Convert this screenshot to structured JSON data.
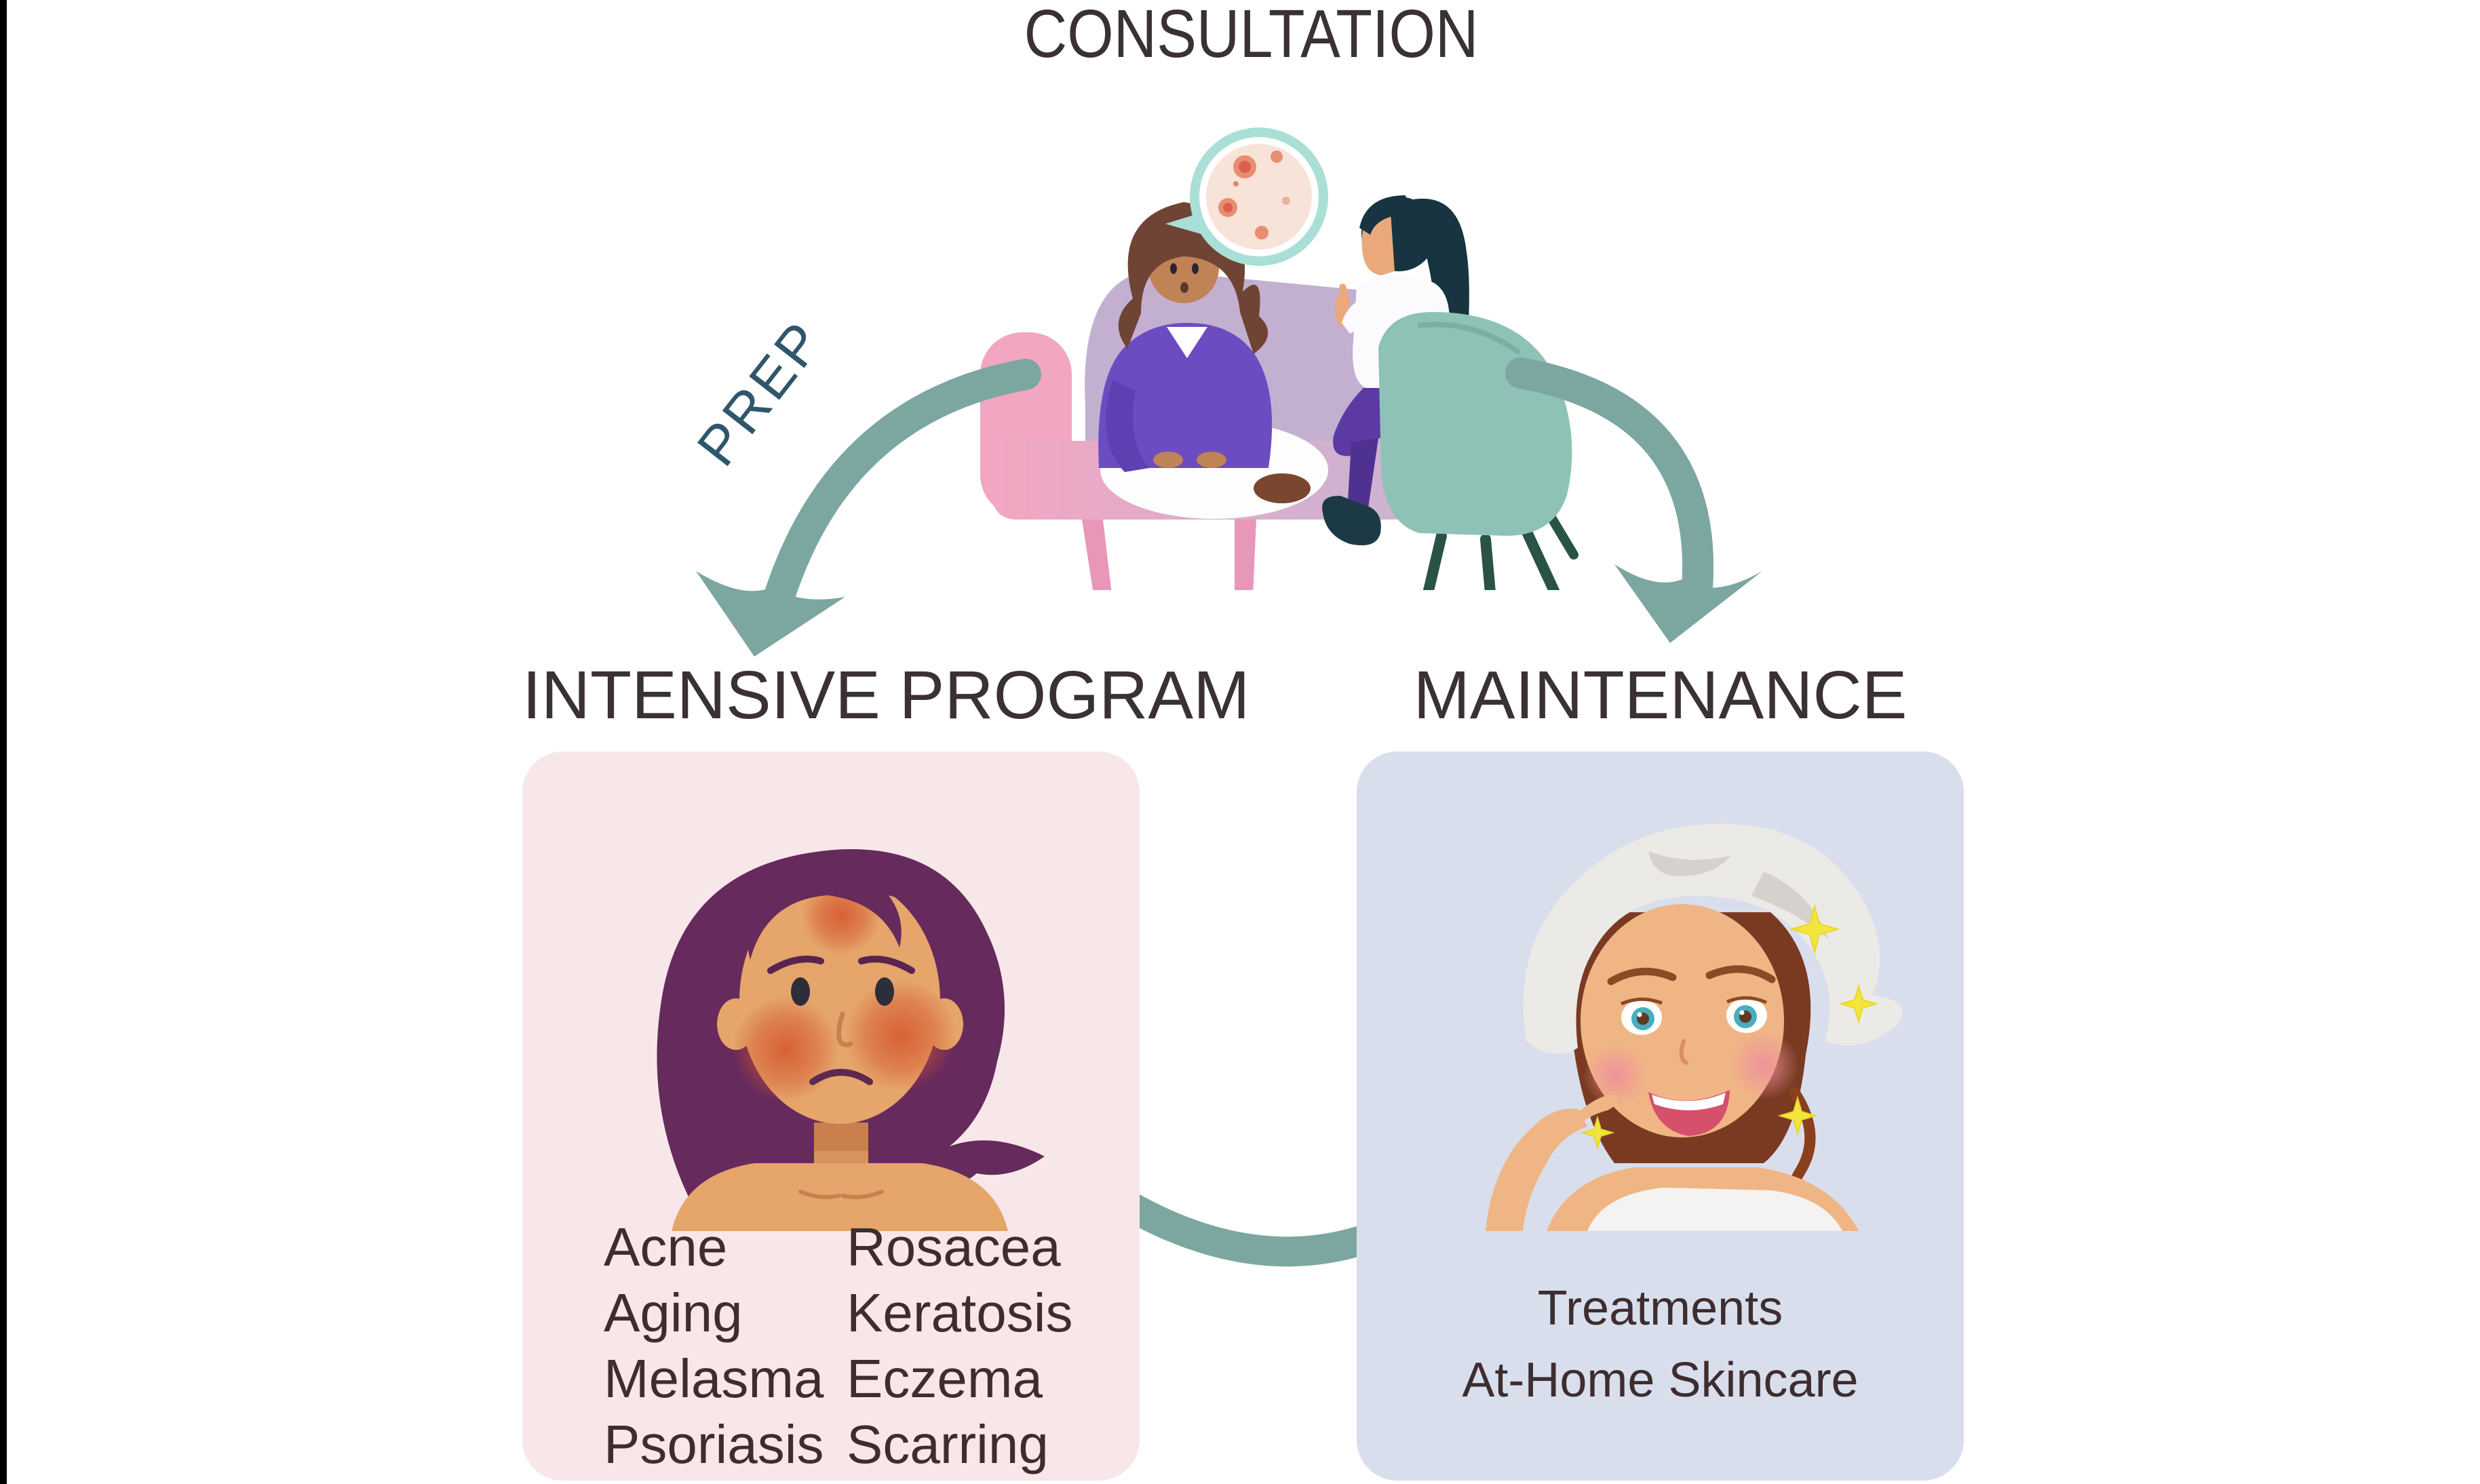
{
  "page": {
    "title": "CONSULTATION",
    "background": "#ffffff",
    "left_edge_bar_color": "#000000"
  },
  "colors": {
    "arrow_sage": "#7CA7A0",
    "heading_text": "#3A3134",
    "body_text": "#3D2D2F",
    "prep_text": "#2F566B",
    "intensive_box_bg": "#F8E7E8",
    "maintenance_box_bg": "#D9DEEC"
  },
  "flow": {
    "prep_label": "PREP",
    "arrows": [
      "consultation-to-intensive",
      "consultation-to-maintenance",
      "intensive-to-maintenance"
    ]
  },
  "consultation": {
    "illustration": "dermatologist-consultation-scene"
  },
  "intensive": {
    "title": "INTENSIVE PROGRAM",
    "illustration": "woman-with-irritated-skin",
    "conditions_left": [
      "Acne",
      "Aging",
      "Melasma",
      "Psoriasis"
    ],
    "conditions_right": [
      "Rosacea",
      "Keratosis",
      "Eczema",
      "Scarring"
    ]
  },
  "maintenance": {
    "title": "MAINTENANCE",
    "illustration": "woman-with-healthy-skin-towel",
    "items": [
      "Treatments",
      "At-Home Skincare"
    ]
  }
}
